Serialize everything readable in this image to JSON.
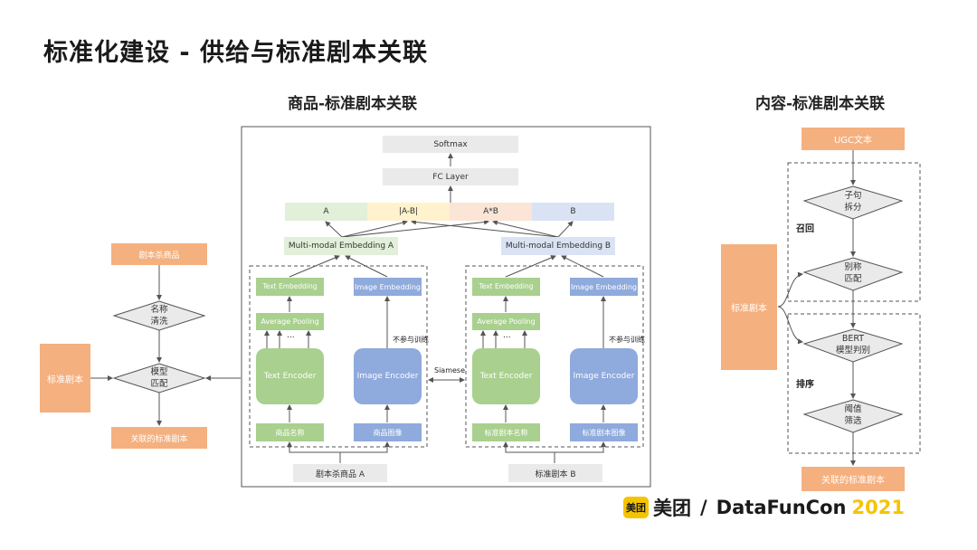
{
  "title": "标准化建设 - 供给与标准剧本关联",
  "left_section": {
    "title": "商品-标准剧本关联",
    "source": "剧本杀商品",
    "step1": [
      "名称",
      "清洗"
    ],
    "input": "标准剧本",
    "step2": [
      "模型",
      "匹配"
    ],
    "output": "关联的标准剧本"
  },
  "model": {
    "softmax": "Softmax",
    "fc": "FC Layer",
    "features": [
      "A",
      "|A-B|",
      "A*B",
      "B"
    ],
    "emb_a": "Multi-modal Embedding A",
    "emb_b": "Multi-modal Embedding B",
    "tower_a": {
      "text_embedding": "Text Embedding",
      "image_embedding": "Image Embedding",
      "avg_pooling": "Average Pooling",
      "dots": "...",
      "no_train": "不参与训练",
      "text_encoder": "Text Encoder",
      "image_encoder": "Image Encoder",
      "text_input": "商品名称",
      "image_input": "商品图像",
      "bottom": "剧本杀商品 A"
    },
    "tower_b": {
      "text_embedding": "Text Embedding",
      "image_embedding": "Image Embedding",
      "avg_pooling": "Average Pooling",
      "dots": "...",
      "no_train": "不参与训练",
      "text_encoder": "Text Encoder",
      "image_encoder": "Image Encoder",
      "text_input": "标准剧本名称",
      "image_input": "标准剧本图像",
      "bottom": "标准剧本 B"
    },
    "siamese": "Siamese"
  },
  "right_section": {
    "title": "内容-标准剧本关联",
    "ugc": "UGC文本",
    "d1": [
      "子句",
      "拆分"
    ],
    "recall": "召回",
    "d2": [
      "别称",
      "匹配"
    ],
    "source": "标准剧本",
    "d3": [
      "BERT",
      "模型判别"
    ],
    "rank": "排序",
    "d4": [
      "阈值",
      "筛选"
    ],
    "output": "关联的标准剧本"
  },
  "logo": {
    "badge": "美团",
    "brand": "美团",
    "slash": "/",
    "conf": "DataFunCon",
    "year": "2021"
  },
  "colors": {
    "orange": "#f5b07f",
    "green": "#a9d08e",
    "blue": "#8faadc",
    "yellow": "#f5c400",
    "dark": "#1a1a1a"
  }
}
